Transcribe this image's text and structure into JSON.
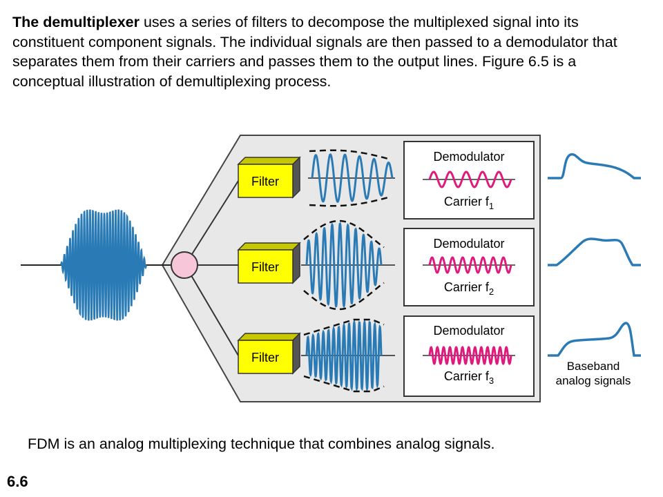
{
  "intro": {
    "bold_lead": "The demultiplexer",
    "rest": " uses a series of filters to decompose the multiplexed signal into its constituent component signals. The individual signals are then passed to a demodulator that separates them from their carriers and passes them to the output lines. Figure 6.5 is a conceptual illustration of demultiplexing process."
  },
  "diagram": {
    "filters": [
      "Filter",
      "Filter",
      "Filter"
    ],
    "demodulators": [
      {
        "title": "Demodulator",
        "carrier": "Carrier f",
        "sub": "1"
      },
      {
        "title": "Demodulator",
        "carrier": "Carrier f",
        "sub": "2"
      },
      {
        "title": "Demodulator",
        "carrier": "Carrier f",
        "sub": "3"
      }
    ],
    "baseband_label_1": "Baseband",
    "baseband_label_2": "analog signals",
    "colors": {
      "signal": "#2a7bb5",
      "carrier": "#e0197d",
      "filter_face": "#ffff00",
      "panel": "#e8e8e8",
      "junction": "#f7c6d8"
    }
  },
  "caption": "FDM is an analog multiplexing technique that combines analog signals.",
  "slide_number": "6.6"
}
